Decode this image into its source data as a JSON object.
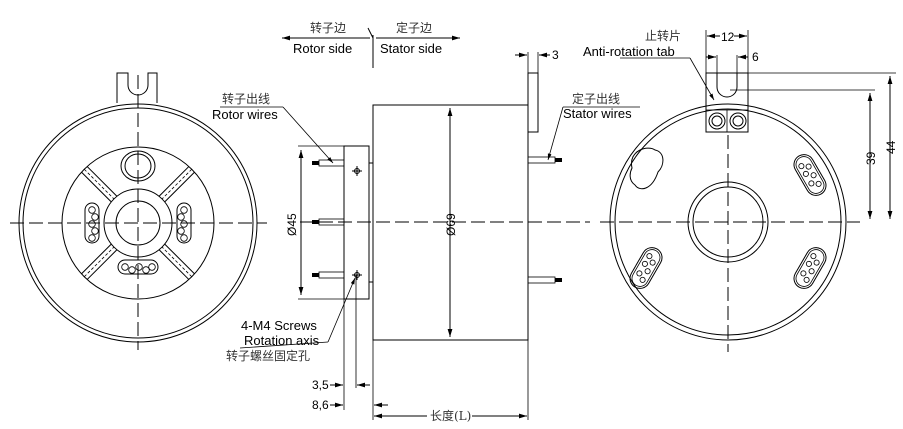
{
  "labels": {
    "rotor_side_cn": "转子边",
    "rotor_side": "Rotor side",
    "stator_side_cn": "定子边",
    "stator_side": "Stator side",
    "rotor_wires_cn": "转子出线",
    "rotor_wires": "Rotor wires",
    "stator_wires_cn": "定子出线",
    "stator_wires": "Stator wires",
    "anti_rotation_cn": "止转片",
    "anti_rotation": "Anti-rotation tab",
    "screws": "4-M4 Screws",
    "rotation_axis": "Rotation axis",
    "screw_holes_cn": "转子螺丝固定孔",
    "length": "长度(L)"
  },
  "dimensions": {
    "tab_thickness": "3",
    "tab_width": "12",
    "slot_width": "6",
    "height_39": "39",
    "height_44": "44",
    "dia_45": "Ø45",
    "dia_69": "Ø69",
    "offset_3_5": "3,5",
    "offset_8_6": "8,6"
  }
}
